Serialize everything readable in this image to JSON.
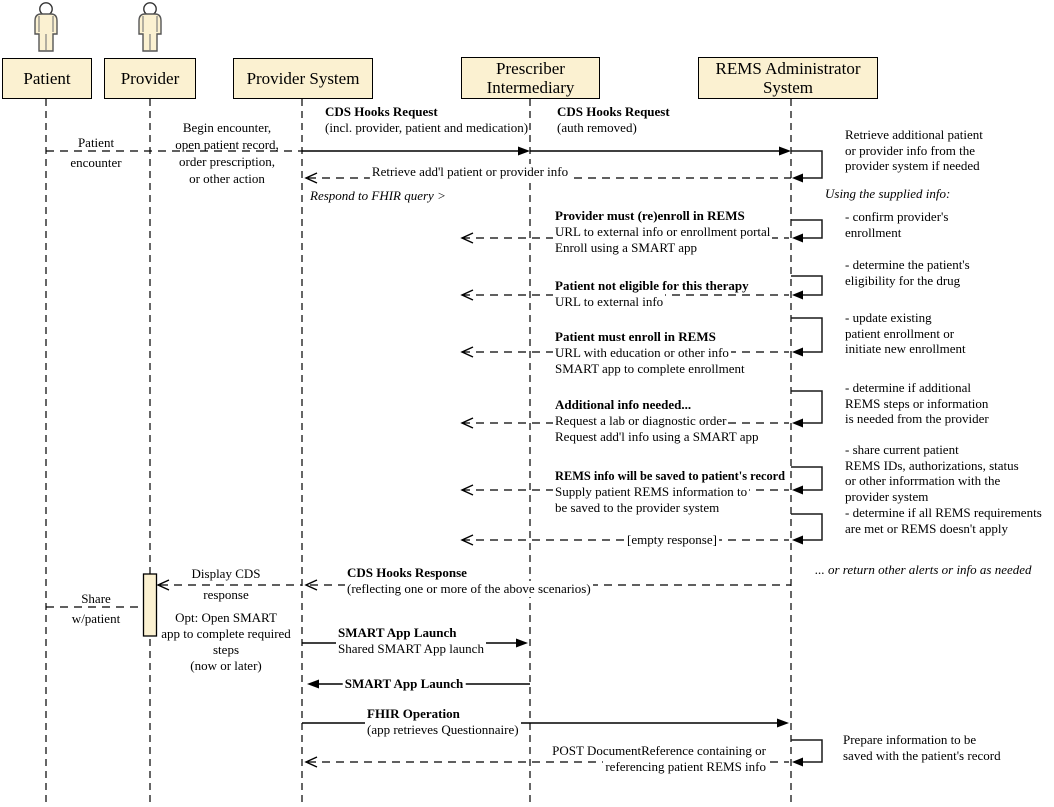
{
  "colors": {
    "box_fill": "#FBF1D1",
    "box_border": "#000000",
    "line": "#000000"
  },
  "actors": {
    "patient": "Patient",
    "provider": "Provider",
    "provider_system": "Provider System",
    "prescriber_intermediary": {
      "line1": "Prescriber",
      "line2": "Intermediary"
    },
    "rems": {
      "line1": "REMS Administrator",
      "line2": "System"
    }
  },
  "messages": {
    "patient_encounter": {
      "line1": "Patient",
      "line2": "encounter"
    },
    "begin_encounter": {
      "line1": "Begin encounter,",
      "line2": "open patient record,",
      "line3": "order prescription,",
      "line4": "or other action"
    },
    "cds_request_1": {
      "title": "CDS Hooks Request",
      "subtitle": "(incl. provider, patient and medication)"
    },
    "cds_request_2": {
      "title": "CDS Hooks Request",
      "subtitle": "(auth removed)"
    },
    "retrieve_addl": "Retrieve add'l patient or provider info",
    "respond_fhir": "Respond to FHIR query >",
    "scenario1": {
      "title": "Provider must (re)enroll in REMS",
      "line2": "URL to external info or enrollment portal",
      "line3": "Enroll using a SMART app"
    },
    "scenario2": {
      "title": "Patient not eligible for this therapy",
      "line2": "URL to external info"
    },
    "scenario3": {
      "title": "Patient must enroll in REMS",
      "line2": "URL with education or other info",
      "line3": "SMART app to complete enrollment"
    },
    "scenario4": {
      "title": "Additional info needed...",
      "line2": "Request a lab or diagnostic order",
      "line3": "Request add'l info using a SMART app"
    },
    "scenario5": {
      "title": "REMS info will be saved to patient's record",
      "line2": "Supply patient REMS information to",
      "line3": "be saved to the provider system"
    },
    "empty_response": "[empty response]",
    "cds_response": {
      "title": "CDS Hooks Response",
      "subtitle": "(reflecting one or more of the above scenarios)"
    },
    "display_cds": {
      "line1": "Display CDS",
      "line2": "response"
    },
    "share_w_patient": {
      "line1": "Share",
      "line2": "w/patient"
    },
    "opt_smart": {
      "line1": "Opt: Open SMART",
      "line2": "app to complete required",
      "line3": "steps",
      "line4": "(now or later)"
    },
    "smart_launch_1": {
      "title": "SMART App Launch",
      "subtitle": "Shared SMART App launch"
    },
    "smart_launch_2": {
      "title": "SMART App Launch"
    },
    "fhir_operation": {
      "title": "FHIR Operation",
      "subtitle": "(app retrieves Questionnaire)"
    },
    "post_docref": {
      "line1": "POST DocumentReference containing or",
      "line2": "referencing patient REMS info"
    }
  },
  "annotations": {
    "retrieve_additional": {
      "line1": "Retrieve additional patient",
      "line2": "or provider info from the",
      "line3": "provider system if needed"
    },
    "using_supplied": "Using the supplied info:",
    "confirm_enrollment": {
      "line1": "- confirm provider's",
      "line2": "enrollment"
    },
    "eligibility": {
      "line1": "- determine the patient's",
      "line2": "eligibility for the drug"
    },
    "update_enrollment": {
      "line1": "- update existing",
      "line2": "patient enrollment or",
      "line3": "initiate new enrollment"
    },
    "additional_steps": {
      "line1": "- determine if additional",
      "line2": "REMS steps or information",
      "line3": "is needed from the provider"
    },
    "share_ids": {
      "line1": "- share current patient",
      "line2": "REMS IDs, authorizations, status",
      "line3": "or other inforrmation with the",
      "line4": "provider system"
    },
    "requirements_met": {
      "line1": "- determine if all REMS requirements",
      "line2": "are met or REMS doesn't apply"
    },
    "other_alerts": "... or return other alerts or info as needed",
    "prepare_info": {
      "line1": "Prepare information to be",
      "line2": "saved with the patient's record"
    }
  }
}
